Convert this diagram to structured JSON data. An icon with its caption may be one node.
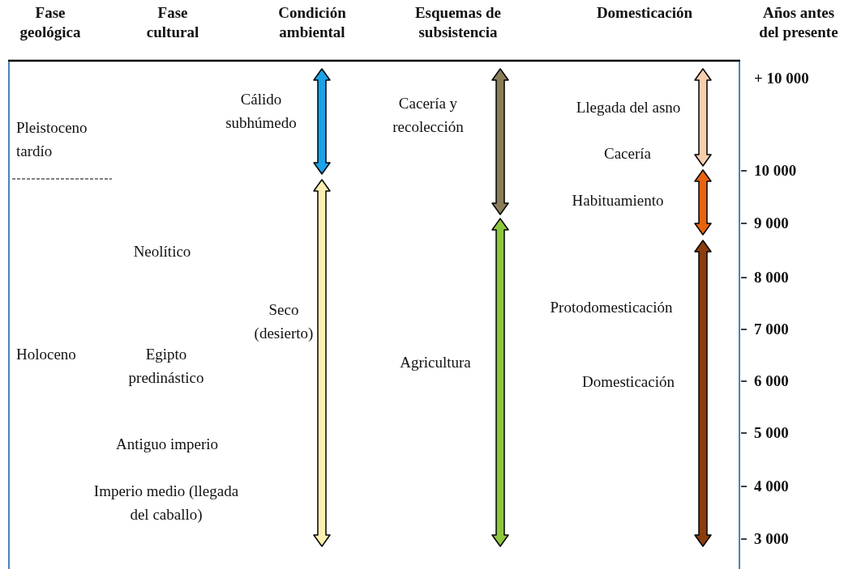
{
  "diagram": {
    "labels": [
      "Fase geológica",
      "Fase cultural",
      "Condición ambiental",
      "Esquemas de subsistencia",
      "Domesticación",
      "Años antes del presente",
      "+ 10 000",
      "Cálido subhúmedo",
      "Cacería y recolección",
      "Llegada del asno",
      "Pleistoceno tardío",
      "Cacería",
      "10 000",
      "Habituamiento",
      "9 000",
      "Neolítico",
      "8 000",
      "Seco (desierto)",
      "Protodomesticación",
      "7 000",
      "Holoceno",
      "Egipto predinástico",
      "Agricultura",
      "Domesticación",
      "6 000",
      "Antiguo imperio",
      "5 000",
      "Imperio medio (llegada del caballo)",
      "4 000",
      "3 000"
    ]
  }
}
